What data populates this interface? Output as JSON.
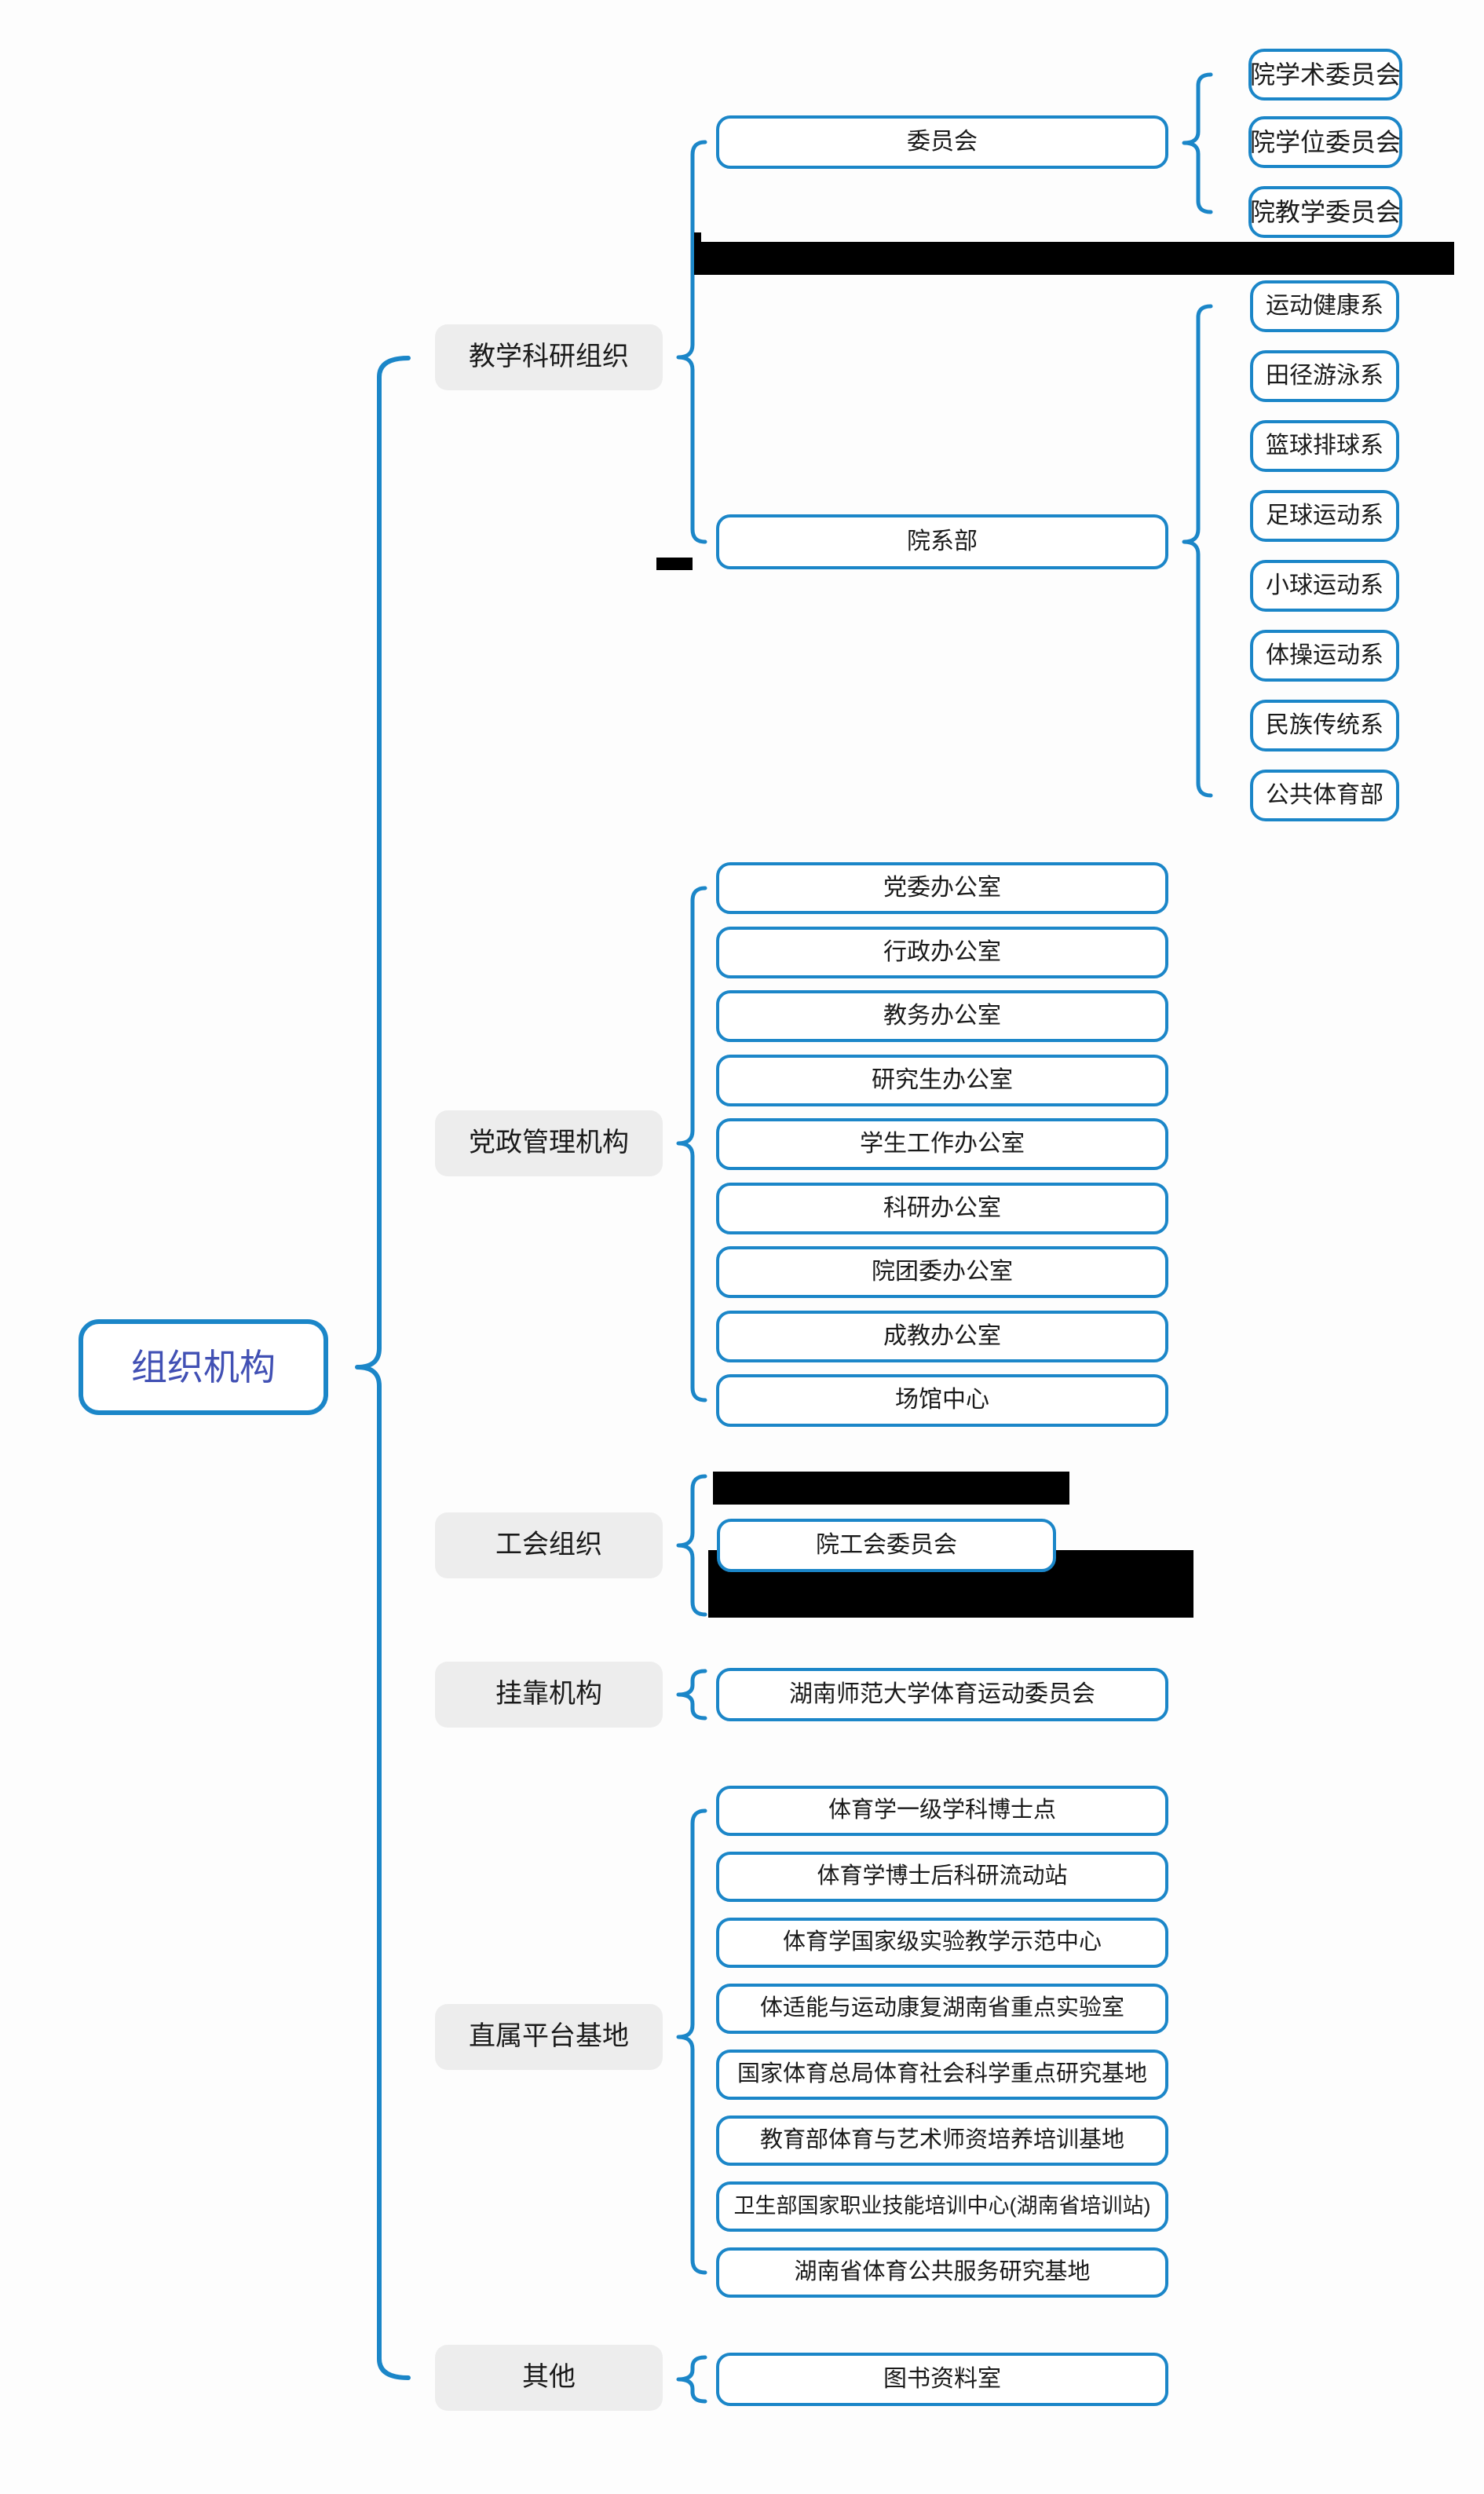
{
  "colors": {
    "accent": "#1b86c8",
    "root_text": "#4150b4",
    "label_bg": "#ededed",
    "text": "#1a1a1a",
    "redaction": "#000000"
  },
  "root": {
    "label": "组织机构"
  },
  "sections": [
    {
      "label": "教学科研组织",
      "redacted_bars": 2,
      "children": [
        {
          "label": "委员会",
          "children": [
            "院学术委员会",
            "院学位委员会",
            "院教学委员会"
          ]
        },
        {
          "label": "院系部",
          "children": [
            "运动健康系",
            "田径游泳系",
            "篮球排球系",
            "足球运动系",
            "小球运动系",
            "体操运动系",
            "民族传统系",
            "公共体育部"
          ]
        }
      ]
    },
    {
      "label": "党政管理机构",
      "children": [
        "党委办公室",
        "行政办公室",
        "教务办公室",
        "研究生办公室",
        "学生工作办公室",
        "科研办公室",
        "院团委办公室",
        "成教办公室",
        "场馆中心"
      ]
    },
    {
      "label": "工会组织",
      "redacted_bars": 2,
      "children": [
        "院工会委员会"
      ]
    },
    {
      "label": "挂靠机构",
      "children": [
        "湖南师范大学体育运动委员会"
      ]
    },
    {
      "label": "直属平台基地",
      "children": [
        "体育学一级学科博士点",
        "体育学博士后科研流动站",
        "体育学国家级实验教学示范中心",
        "体适能与运动康复湖南省重点实验室",
        "国家体育总局体育社会科学重点研究基地",
        "教育部体育与艺术师资培养培训基地",
        "卫生部国家职业技能培训中心(湖南省培训站)",
        "湖南省体育公共服务研究基地"
      ]
    },
    {
      "label": "其他",
      "children": [
        "图书资料室"
      ]
    }
  ]
}
